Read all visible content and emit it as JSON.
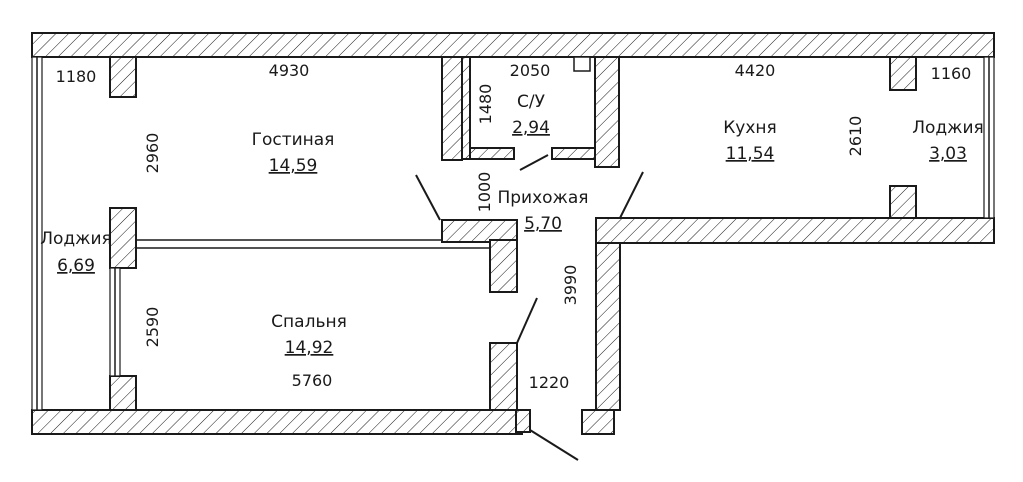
{
  "rooms": {
    "living": {
      "name": "Гостиная",
      "area": "14,59"
    },
    "bathroom": {
      "name": "С/У",
      "area": "2,94"
    },
    "kitchen": {
      "name": "Кухня",
      "area": "11,54"
    },
    "loggia_right": {
      "name": "Лоджия",
      "area": "3,03"
    },
    "hallway": {
      "name": "Прихожая",
      "area": "5,70"
    },
    "loggia_left": {
      "name": "Лоджия",
      "area": "6,69"
    },
    "bedroom": {
      "name": "Спальня",
      "area": "14,92"
    }
  },
  "dimensions": {
    "loggia_left_width": "1180",
    "living_width": "4930",
    "bathroom_width": "2050",
    "kitchen_width": "4420",
    "loggia_right_width": "1160",
    "living_depth": "2960",
    "bathroom_depth": "1480",
    "kitchen_depth": "2610",
    "hallway_passage": "1000",
    "hallway_length": "3990",
    "bedroom_depth": "2590",
    "bedroom_width": "5760",
    "entrance_width": "1220"
  },
  "colors": {
    "line": "#1a1a1a",
    "background": "#ffffff"
  }
}
